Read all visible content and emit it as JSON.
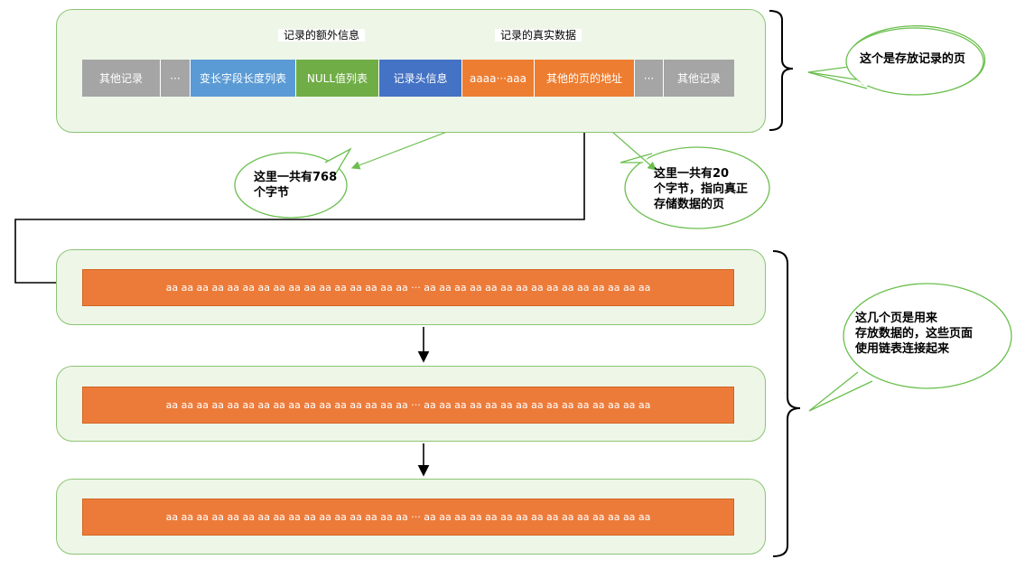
{
  "top_record": {
    "cells": [
      {
        "label": "其他记录",
        "color": "#a5a5a5"
      },
      {
        "label": "···",
        "color": "#a5a5a5"
      },
      {
        "label": "变长字段长度列表",
        "color": "#5b9bd5"
      },
      {
        "label": "NULL值列表",
        "color": "#70ad47"
      },
      {
        "label": "记录头信息",
        "color": "#4472c4"
      },
      {
        "label": "aaaa···aaa",
        "color": "#ed7d31"
      },
      {
        "label": "其他的页的地址",
        "color": "#ed7d31"
      },
      {
        "label": "···",
        "color": "#a5a5a5"
      },
      {
        "label": "其他记录",
        "color": "#a5a5a5"
      }
    ],
    "extra_info_label": "记录的额外信息",
    "real_data_label": "记录的真实数据"
  },
  "callouts": {
    "record_page": "这个是存放记录的页",
    "bytes_768": "这里一共有768\n个字节",
    "bytes_20": "这里一共有20\n个字节，指向真正\n存储数据的页",
    "overflow_pages": "这几个页是用来\n存放数据的，这些页面\n使用链表连接起来"
  },
  "overflow_pages": [
    {
      "content": "aa aa aa aa aa aa aa aa aa aa aa aa aa aa aa aa ··· aa aa aa aa aa aa aa aa aa aa aa aa aa aa aa"
    },
    {
      "content": "aa aa aa aa aa aa aa aa aa aa aa aa aa aa aa aa ··· aa aa aa aa aa aa aa aa aa aa aa aa aa aa aa"
    },
    {
      "content": "aa aa aa aa aa aa aa aa aa aa aa aa aa aa aa aa ··· aa aa aa aa aa aa aa aa aa aa aa aa aa aa aa"
    }
  ]
}
